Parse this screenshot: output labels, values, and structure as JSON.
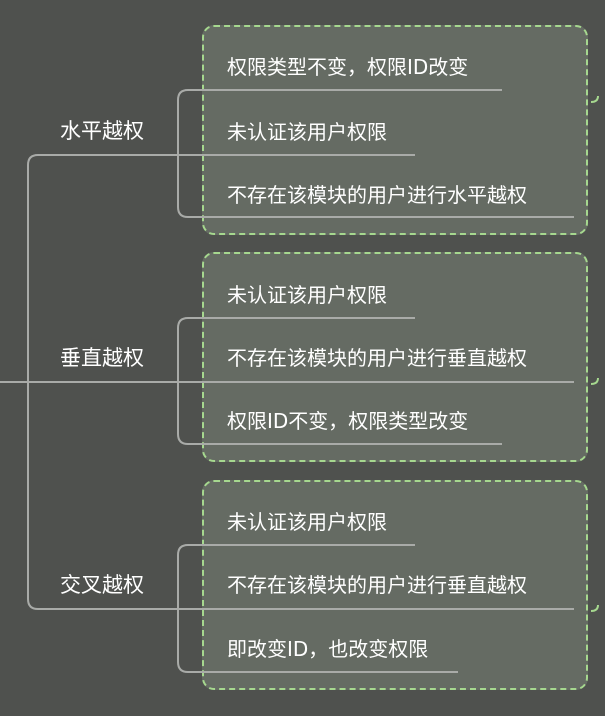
{
  "mindmap": {
    "branches": [
      {
        "label": "水平越权",
        "children": [
          "权限类型不变，权限ID改变",
          "未认证该用户权限",
          "不存在该模块的用户进行水平越权"
        ]
      },
      {
        "label": "垂直越权",
        "children": [
          "未认证该用户权限",
          "不存在该模块的用户进行垂直越权",
          "权限ID不变，权限类型改变"
        ]
      },
      {
        "label": "交叉越权",
        "children": [
          "未认证该用户权限",
          "不存在该模块的用户进行垂直越权",
          "即改变ID，也改变权限"
        ]
      }
    ]
  },
  "colors": {
    "background": "#4f514e",
    "box_fill": "#656b63",
    "box_border": "#a6d88f",
    "connector": "#a9aba8",
    "text": "#ffffff"
  }
}
